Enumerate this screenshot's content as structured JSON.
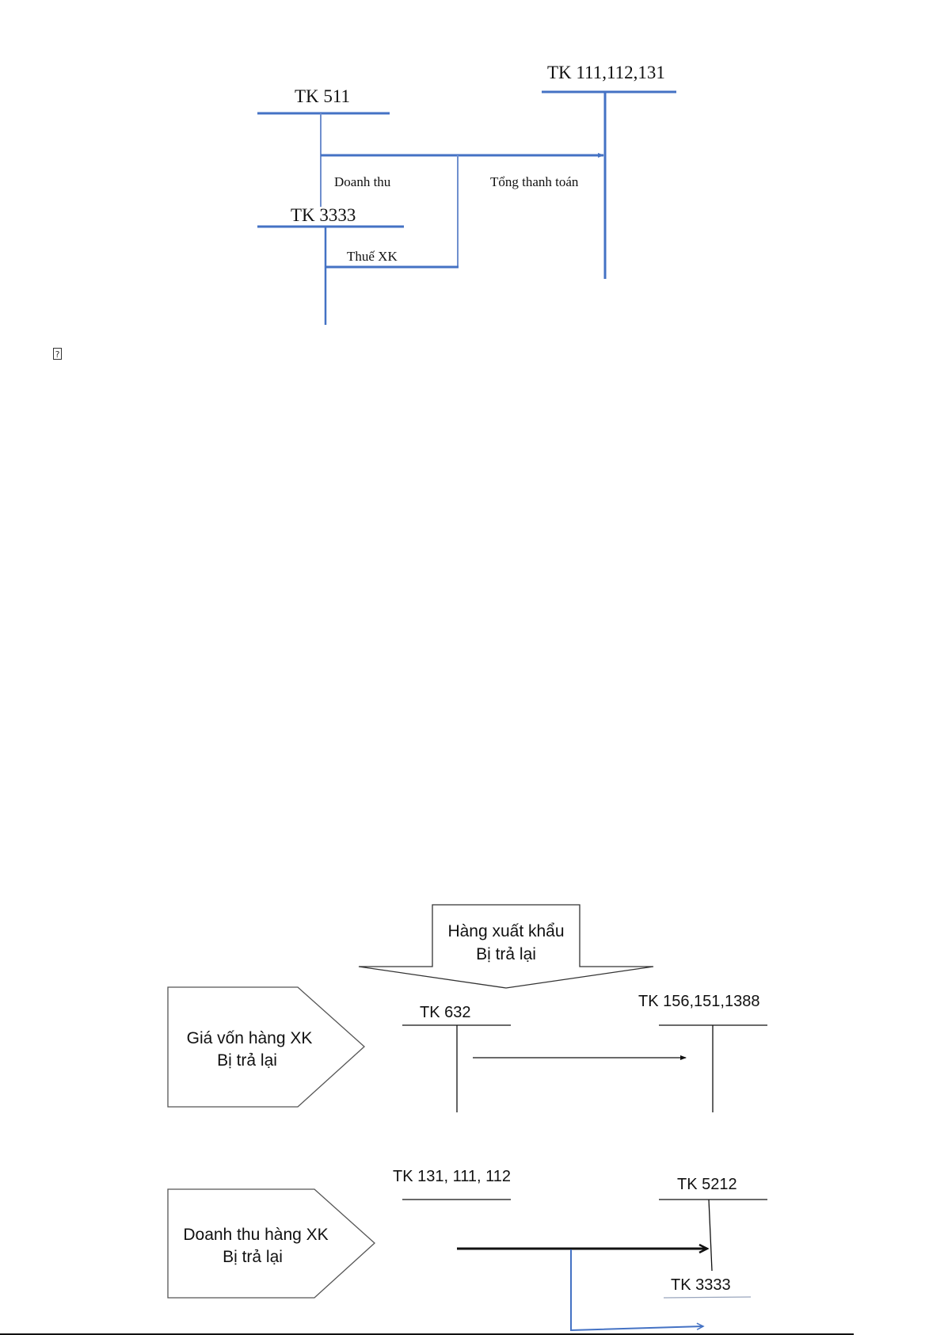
{
  "diagram1": {
    "accounts": {
      "tk511": "TK 511",
      "tk111": "TK 111,112,131",
      "tk3333": "TK 3333"
    },
    "labels": {
      "revenue": "Doanh thu",
      "total_payment": "Tổng thanh toán",
      "export_tax": "Thuế XK"
    },
    "line_color": "#4472c4"
  },
  "placeholder_glyph": "?",
  "diagram2": {
    "header_arrow": {
      "line1": "Hàng xuất khẩu",
      "line2": "Bị trả lại"
    },
    "cost_section": {
      "shape_line1": "Giá vốn hàng XK",
      "shape_line2": "Bị trả lại",
      "debit_account": "TK 632",
      "credit_account": "TK 156,151,1388"
    },
    "revenue_section": {
      "shape_line1": "Doanh thu hàng XK",
      "shape_line2": "Bị trả lại",
      "credit_account": "TK 131, 111, 112",
      "debit_account": "TK 5212",
      "tax_account": "TK 3333"
    }
  }
}
